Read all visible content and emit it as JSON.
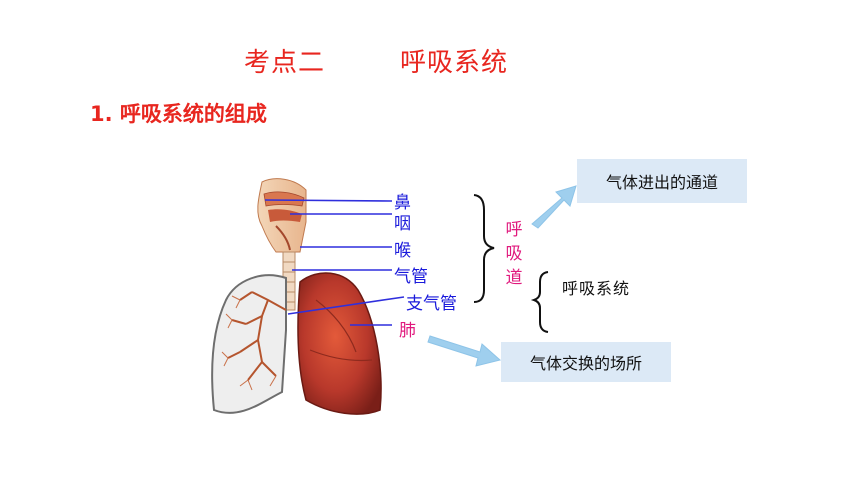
{
  "header": {
    "title_left": "考点二",
    "title_right": "呼吸系统"
  },
  "section": {
    "subtitle": "1. 呼吸系统的组成"
  },
  "diagram": {
    "organs": {
      "nose": "鼻",
      "pharynx": "咽",
      "larynx": "喉",
      "trachea": "气管",
      "bronchi": "支气管",
      "lung": "肺"
    },
    "airway_label": [
      "呼",
      "吸",
      "道"
    ],
    "system_label": "呼吸系统",
    "box_airway": "气体进出的通道",
    "box_lung": "气体交换的场所"
  },
  "colors": {
    "title_red": "#e8261f",
    "organ_blue": "#1a1adb",
    "magenta": "#e0197d",
    "box_bg": "#dce9f6",
    "arrow": "#9fcfee"
  }
}
